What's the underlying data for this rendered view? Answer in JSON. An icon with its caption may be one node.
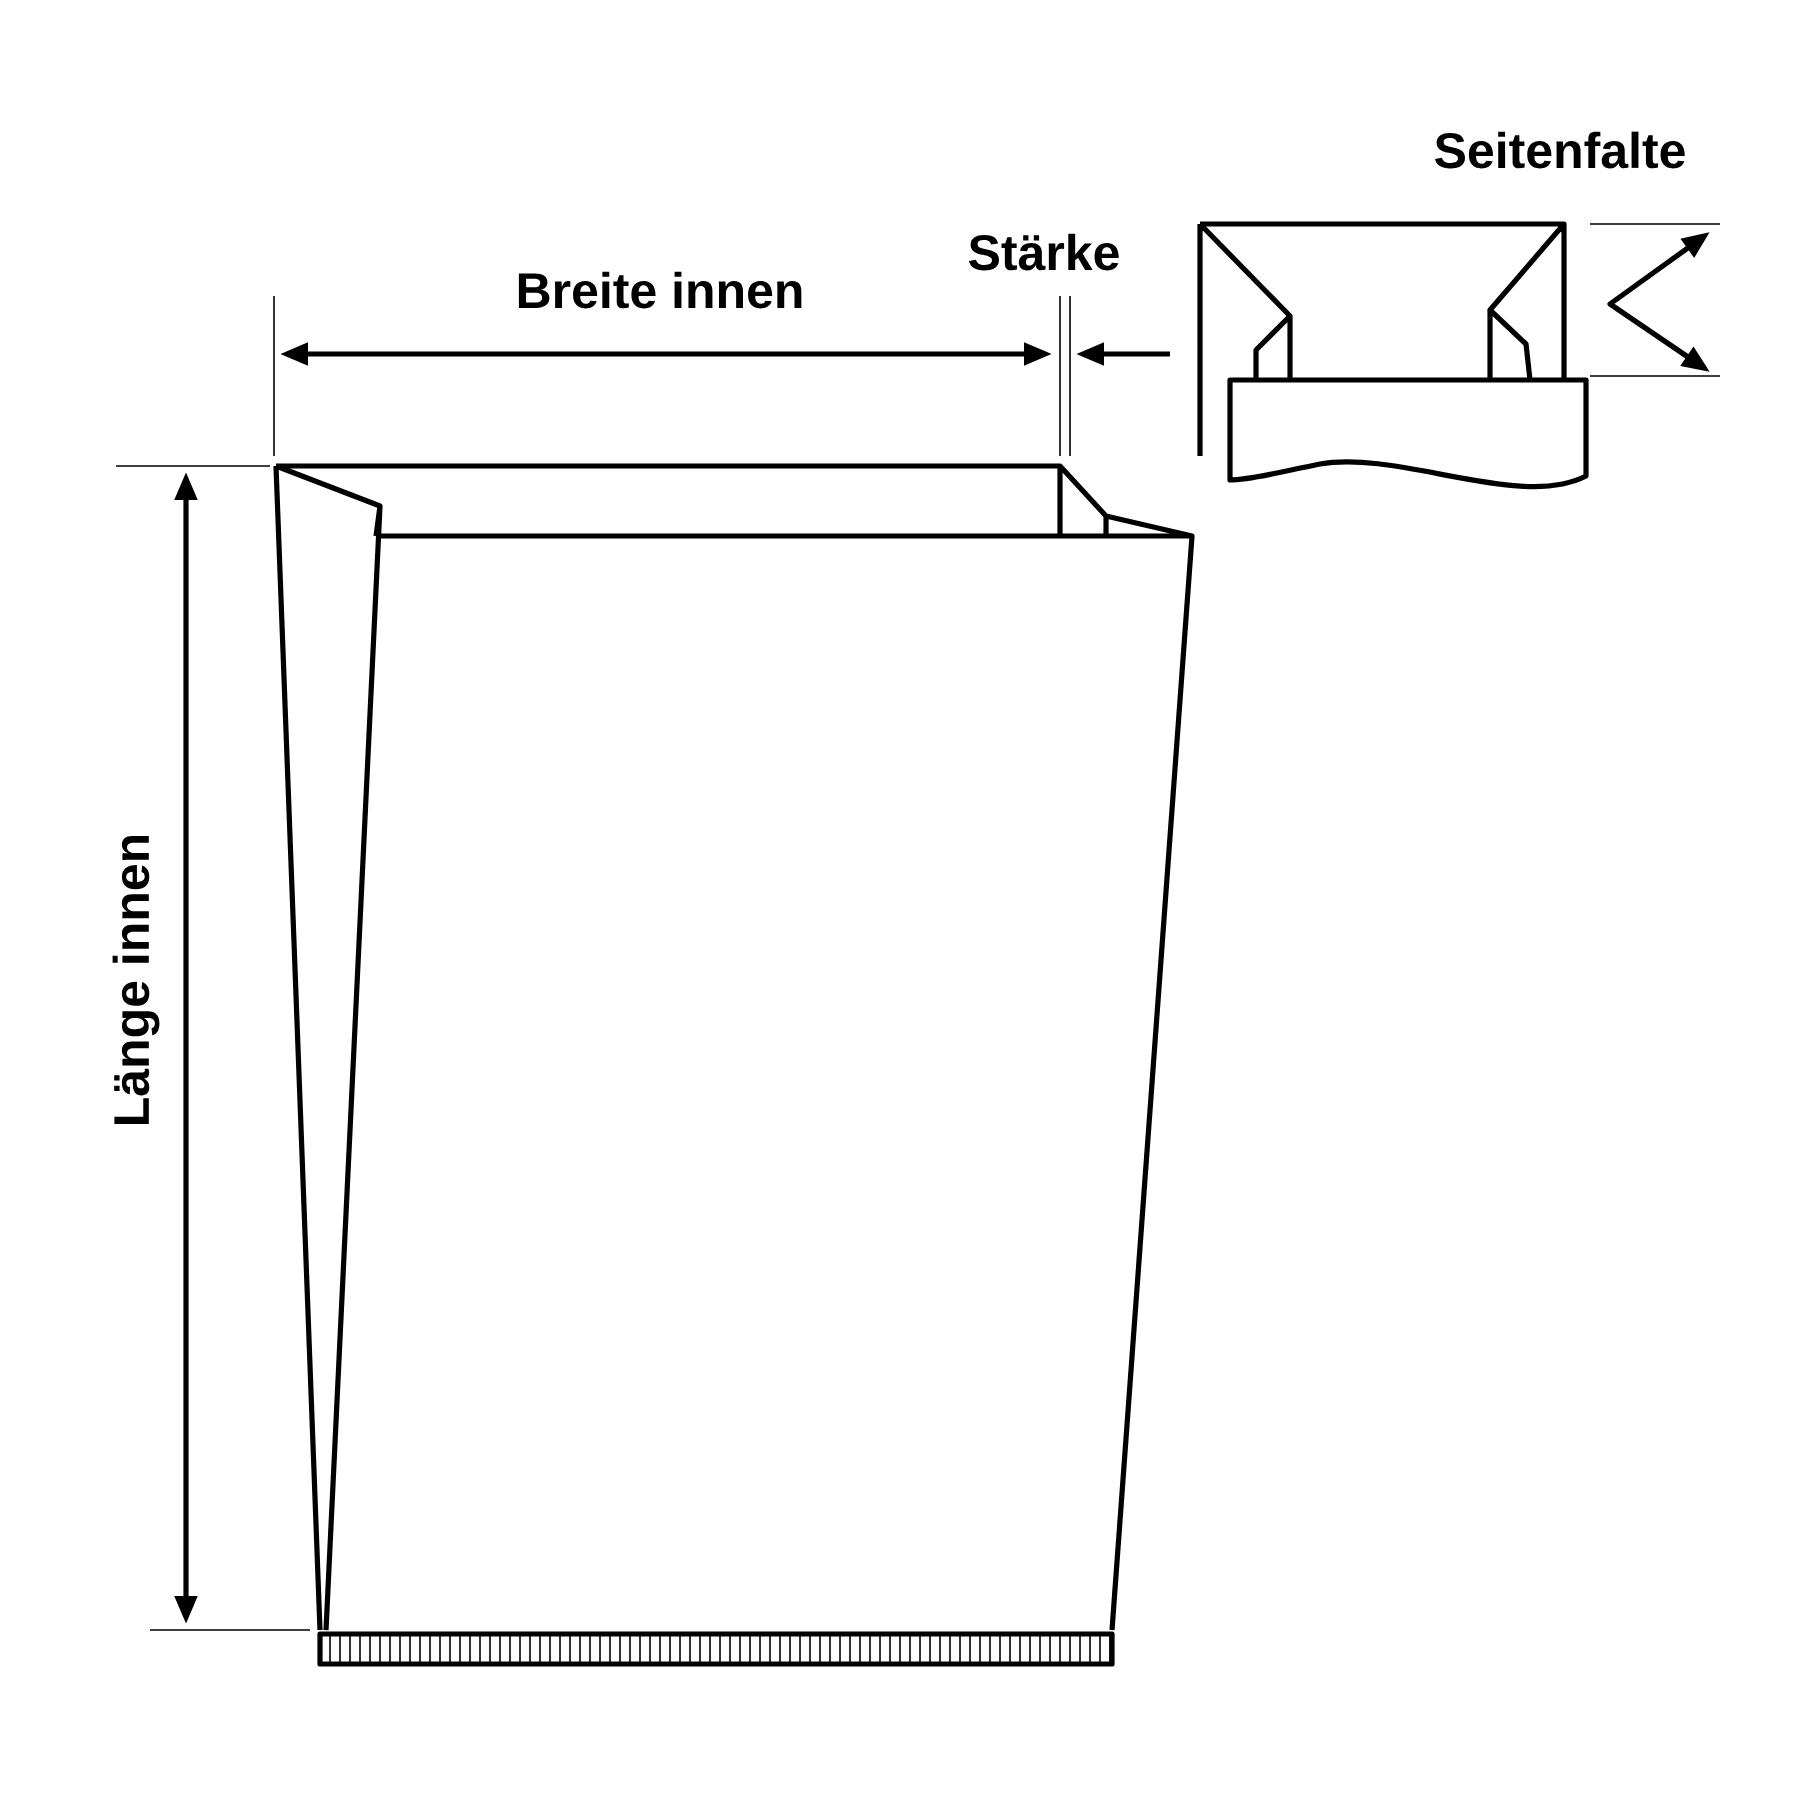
{
  "diagram": {
    "labels": [
      "Seitenfalte",
      "Breite innen",
      "Stärke",
      "Länge innen"
    ]
  }
}
